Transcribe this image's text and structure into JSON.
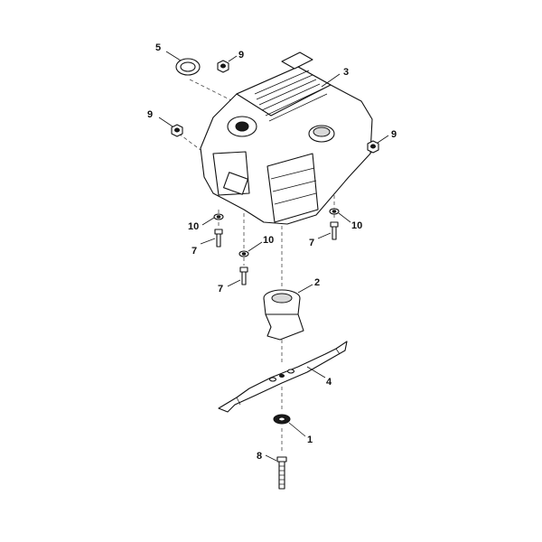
{
  "callouts": {
    "c1": "1",
    "c2": "2",
    "c3": "3",
    "c4": "4",
    "c5": "5",
    "c7a": "7",
    "c7b": "7",
    "c7c": "7",
    "c8": "8",
    "c9a": "9",
    "c9b": "9",
    "c9c": "9",
    "c10a": "10",
    "c10b": "10",
    "c10c": "10"
  },
  "colors": {
    "line": "#111111",
    "fill": "#ffffff",
    "dark": "#1a1a1a"
  }
}
